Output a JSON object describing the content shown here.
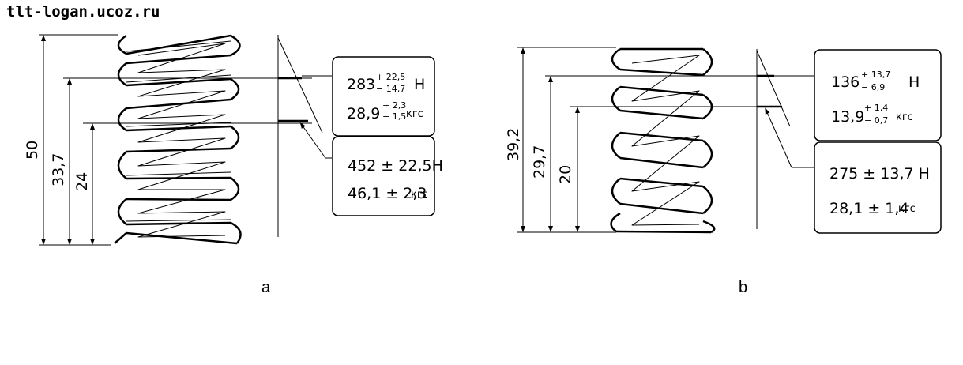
{
  "watermark": "tlt-logan.ucoz.ru",
  "figure_a": {
    "label": "a",
    "dims": {
      "free_length": "50",
      "length_1": "33,7",
      "length_2": "24"
    },
    "box1": {
      "line1_main": "283",
      "line1_plus": "+ 22,5",
      "line1_minus": "− 14,7",
      "line1_unit": "Н",
      "line2_main": "28,9",
      "line2_plus": "+ 2,3",
      "line2_minus": "− 1,5",
      "line2_unit": "кгс"
    },
    "box2": {
      "line1": "452 ± 22,5Н",
      "line2_main": "46,1 ± 2,3",
      "line2_unit": "кгс"
    }
  },
  "figure_b": {
    "label": "b",
    "dims": {
      "free_length": "39,2",
      "length_1": "29,7",
      "length_2": "20"
    },
    "box1": {
      "line1_main": "136",
      "line1_plus": "+ 13,7",
      "line1_minus": "− 6,9",
      "line1_unit": "Н",
      "line2_main": "13,9",
      "line2_plus": "+ 1,4",
      "line2_minus": "− 0,7",
      "line2_unit": "кгс"
    },
    "box2": {
      "line1": "275 ± 13,7 Н",
      "line2_main": "28,1 ± 1,4",
      "line2_unit": "кгс"
    }
  }
}
